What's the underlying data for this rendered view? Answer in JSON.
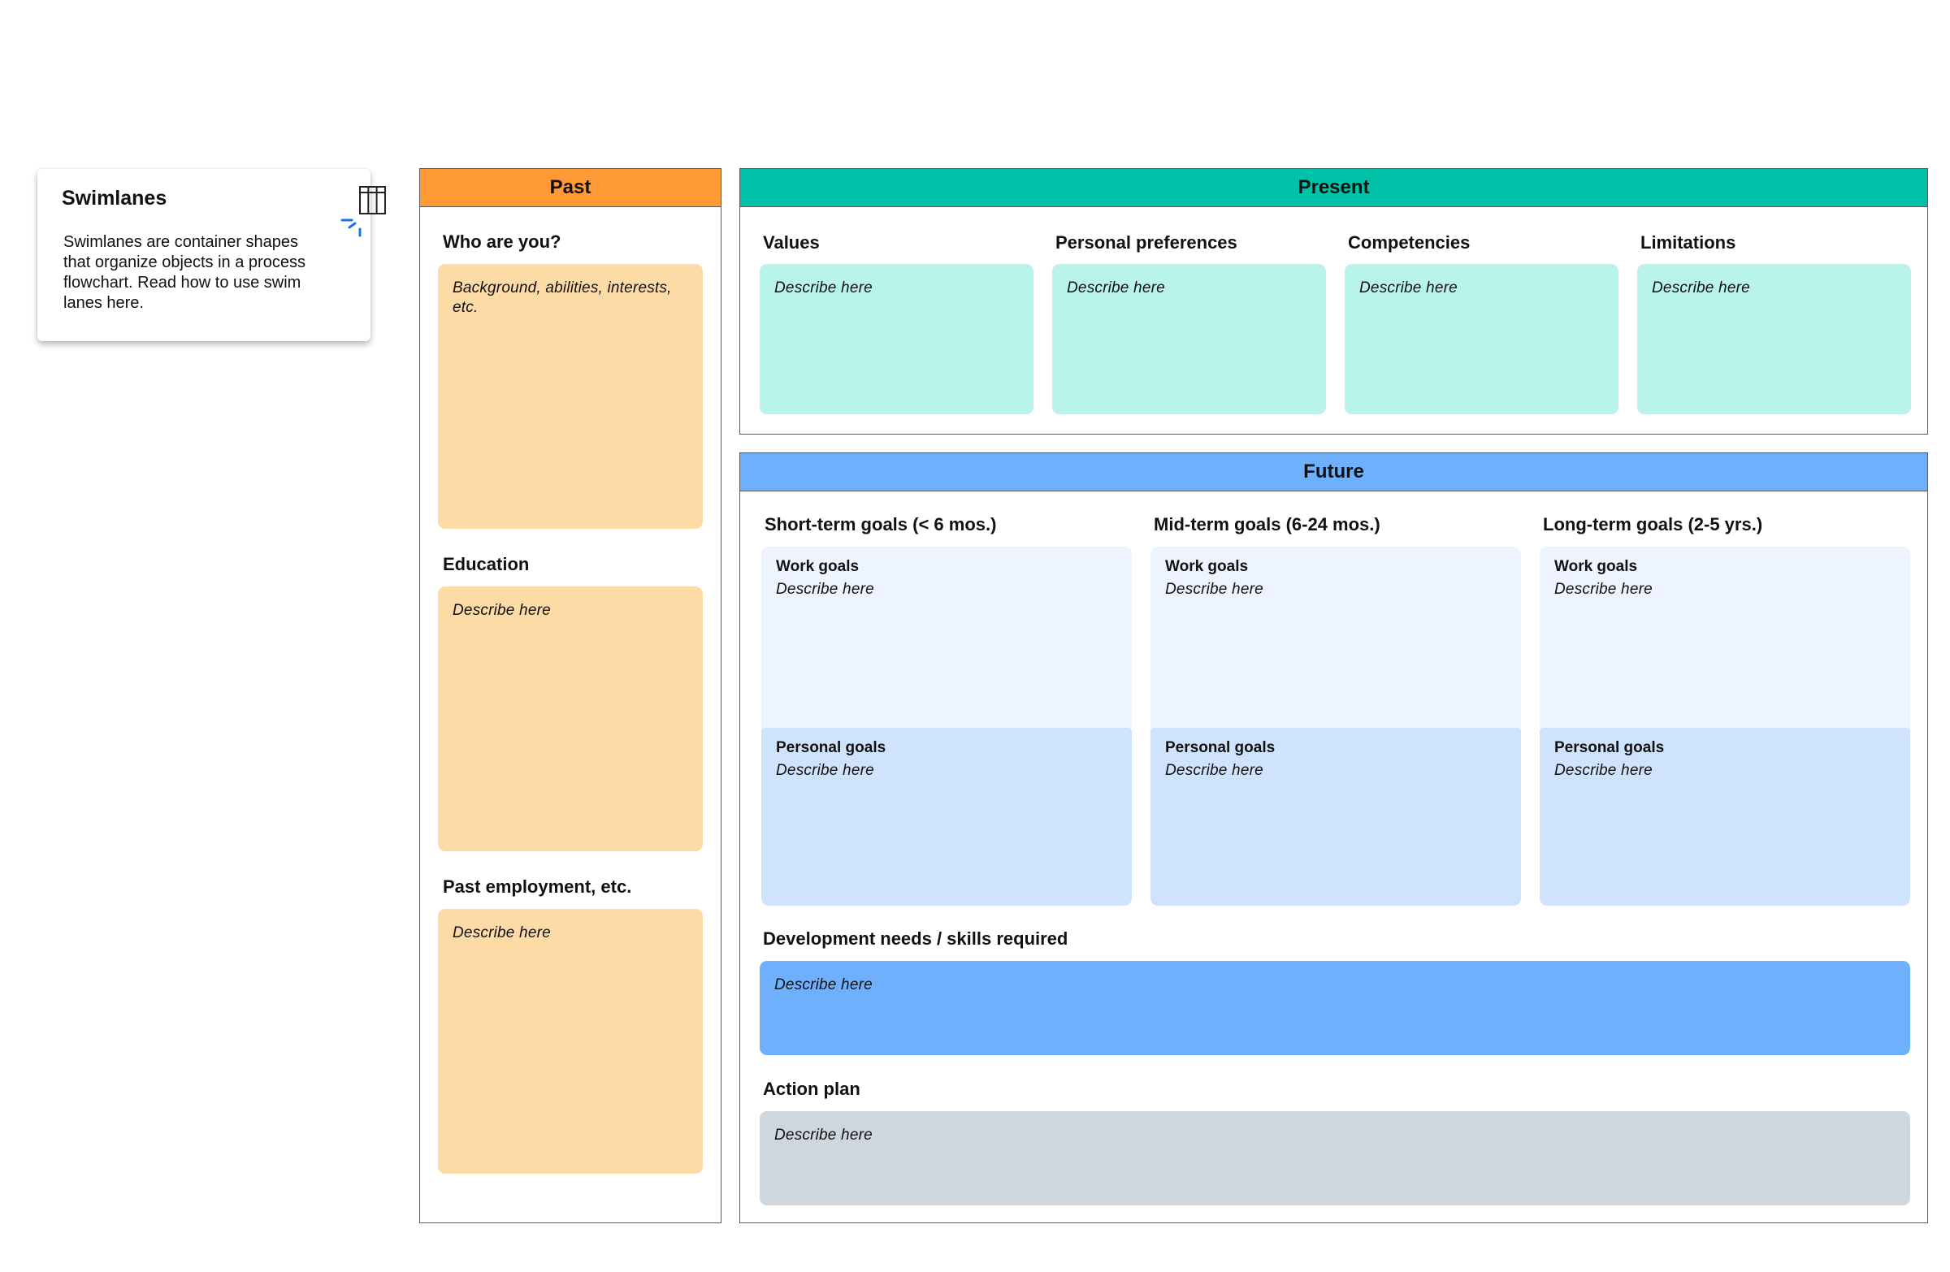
{
  "colors": {
    "past_header": "#FF9A35",
    "past_box": "#FDDBA7",
    "present_header": "#00C2A8",
    "present_box": "#B8F4EC",
    "future_header": "#6EB0FC",
    "work_goal_box": "#EDF4FF",
    "personal_goal_box": "#CFE3FC",
    "dev_box": "#6EB0FC",
    "action_box": "#CED6DE",
    "icon_accent": "#1A73E8"
  },
  "info_card": {
    "title": "Swimlanes",
    "body": "Swimlanes are container shapes that organize objects in a process flowchart. Read how to use swim lanes here.",
    "icon": "swimlane-table-icon"
  },
  "past": {
    "title": "Past",
    "sections": [
      {
        "heading": "Who are you?",
        "text": "Background, abilities, interests, etc."
      },
      {
        "heading": "Education",
        "text": "Describe here"
      },
      {
        "heading": "Past employment, etc.",
        "text": "Describe here"
      }
    ]
  },
  "present": {
    "title": "Present",
    "columns": [
      {
        "heading": "Values",
        "text": "Describe here"
      },
      {
        "heading": "Personal preferences",
        "text": "Describe here"
      },
      {
        "heading": "Competencies",
        "text": "Describe here"
      },
      {
        "heading": "Limitations",
        "text": "Describe here"
      }
    ]
  },
  "future": {
    "title": "Future",
    "goals": [
      {
        "heading": "Short-term goals (< 6 mos.)",
        "work_title": "Work goals",
        "work_text": "Describe here",
        "personal_title": "Personal goals",
        "personal_text": "Describe here"
      },
      {
        "heading": "Mid-term goals (6-24 mos.)",
        "work_title": "Work goals",
        "work_text": "Describe here",
        "personal_title": "Personal goals",
        "personal_text": "Describe here"
      },
      {
        "heading": "Long-term goals (2-5 yrs.)",
        "work_title": "Work goals",
        "work_text": "Describe here",
        "personal_title": "Personal goals",
        "personal_text": "Describe here"
      }
    ],
    "development": {
      "heading": "Development needs / skills required",
      "text": "Describe here"
    },
    "action_plan": {
      "heading": "Action plan",
      "text": "Describe here"
    }
  }
}
